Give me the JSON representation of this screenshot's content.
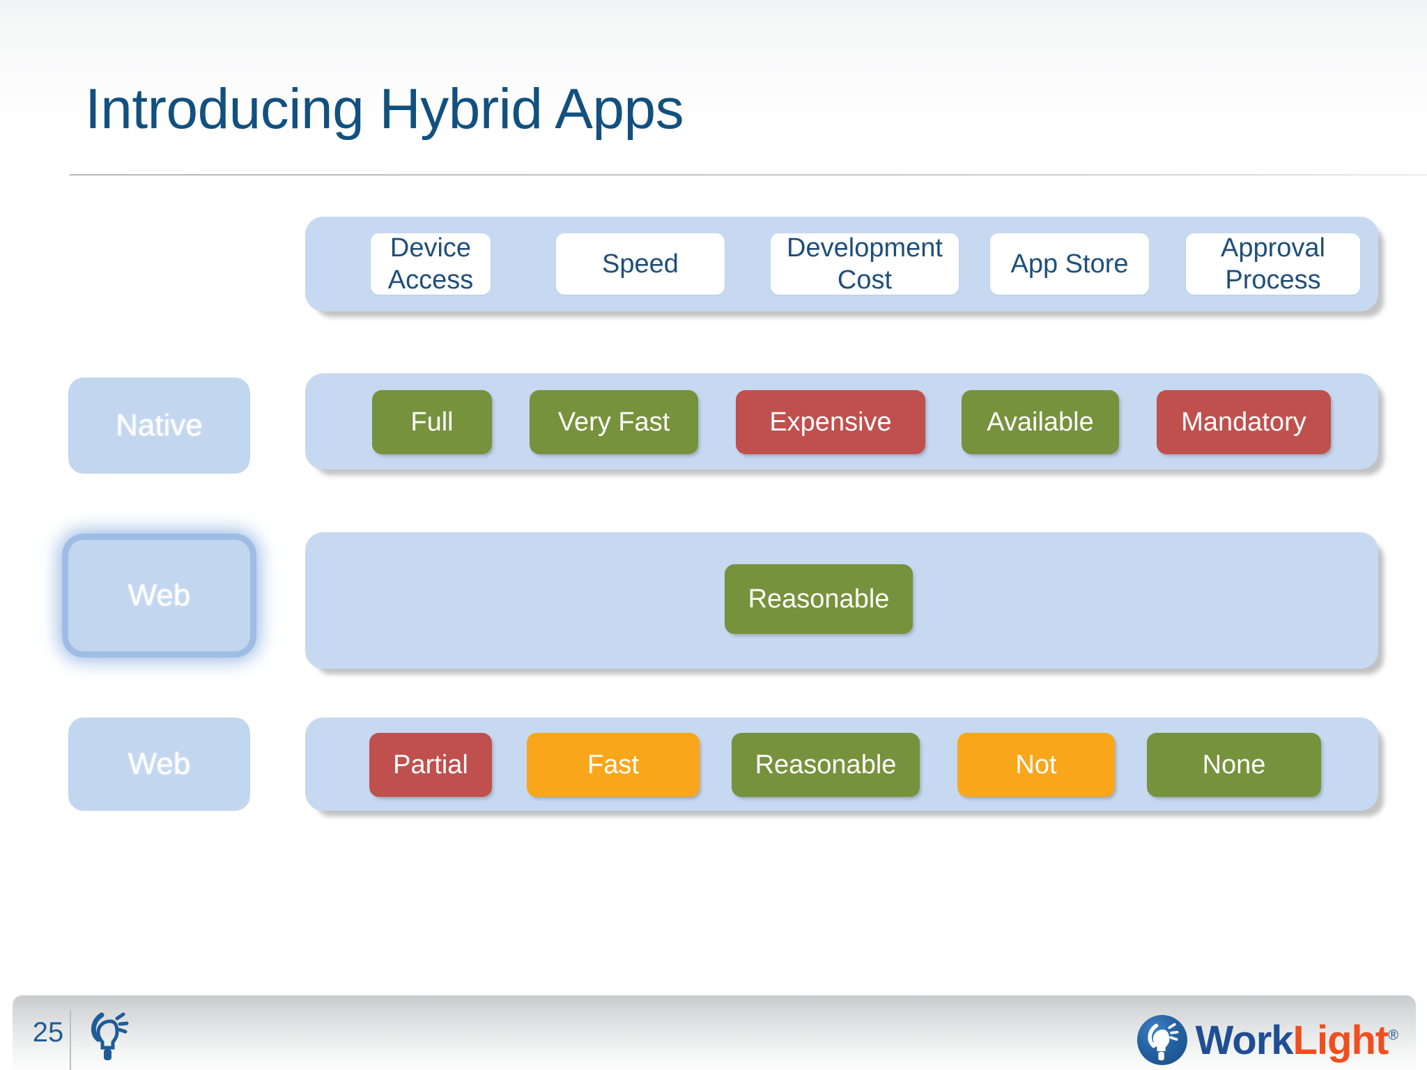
{
  "slide": {
    "title": "Introducing Hybrid Apps",
    "page_number": "25"
  },
  "colors": {
    "title_blue": "#11507F",
    "bar_blue": "#C6D9F1",
    "pill_blue": "#C3D6EF",
    "green": "#76923C",
    "red": "#C0504D",
    "orange": "#FAA61A",
    "white_cell_text": "#1F4E79"
  },
  "chart_data": {
    "type": "table",
    "title": "Introducing Hybrid Apps",
    "columns": [
      "Device Access",
      "Speed",
      "Development Cost",
      "App Store",
      "Approval Process"
    ],
    "rows": [
      {
        "label": "Native",
        "highlighted": false,
        "merged": false,
        "values": [
          "Full",
          "Very Fast",
          "Expensive",
          "Available",
          "Mandatory"
        ],
        "value_colors": [
          "green",
          "green",
          "red",
          "green",
          "red"
        ]
      },
      {
        "label": "Web",
        "highlighted": true,
        "merged": true,
        "values": [
          "Reasonable"
        ],
        "value_colors": [
          "green"
        ]
      },
      {
        "label": "Web",
        "highlighted": false,
        "merged": false,
        "values": [
          "Partial",
          "Fast",
          "Reasonable",
          "Not",
          "None"
        ],
        "value_colors": [
          "red",
          "orange",
          "green",
          "orange",
          "green"
        ]
      }
    ]
  },
  "header": {
    "cells": [
      {
        "label": "Device\nAccess"
      },
      {
        "label": "Speed"
      },
      {
        "label": "Development\nCost"
      },
      {
        "label": "App Store"
      },
      {
        "label": "Approval\nProcess"
      }
    ]
  },
  "rows": [
    {
      "label": "Native",
      "cells": [
        {
          "label": "Full",
          "color": "green"
        },
        {
          "label": "Very Fast",
          "color": "green"
        },
        {
          "label": "Expensive",
          "color": "red"
        },
        {
          "label": "Available",
          "color": "green"
        },
        {
          "label": "Mandatory",
          "color": "red"
        }
      ]
    },
    {
      "label": "Web",
      "cells": [
        {
          "label": "Reasonable",
          "color": "green"
        }
      ]
    },
    {
      "label": "Web",
      "cells": [
        {
          "label": "Partial",
          "color": "red"
        },
        {
          "label": "Fast",
          "color": "orange"
        },
        {
          "label": "Reasonable",
          "color": "green"
        },
        {
          "label": "Not",
          "color": "orange"
        },
        {
          "label": "None",
          "color": "green"
        }
      ]
    }
  ],
  "footer": {
    "page_number": "25",
    "bulb_icon": "lightbulb-icon",
    "brand": {
      "mark_icon": "worklight-bulb-logo-icon",
      "word_one": "Work",
      "word_two": "Light",
      "registered": "®"
    }
  }
}
